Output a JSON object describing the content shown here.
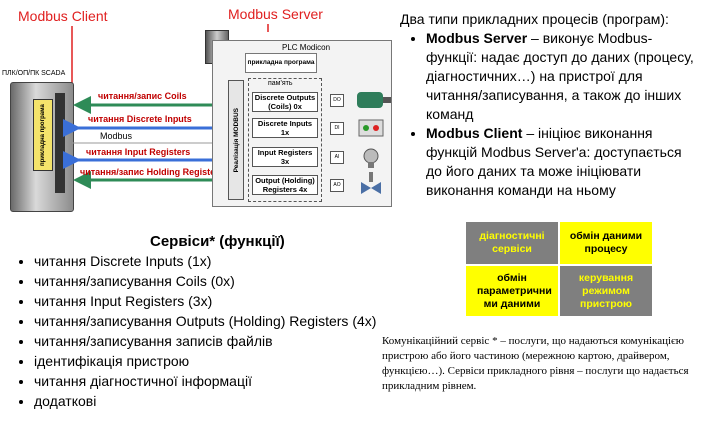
{
  "diagram": {
    "client_label": "Modbus Client",
    "server_label": "Modbus Server",
    "device_label": "ПЛК/ОП/ПК SCADA",
    "device_screen": "прикладна програма",
    "plc_label": "PLC Modicon",
    "app_label": "прикладна програма",
    "impl_label": "Реалізація MODBUS",
    "memory_label": "пам'ять",
    "arrows": [
      {
        "label": "читання/запис Coils"
      },
      {
        "label": "читання Discrete Inputs"
      },
      {
        "label": "Modbus"
      },
      {
        "label": "читання Input Registers"
      },
      {
        "label": "читання/запис Holding Registers"
      }
    ],
    "registers": [
      {
        "label": "Discrete Outputs (Coils) 0x",
        "io": "DO"
      },
      {
        "label": "Discrete Inputs 1x",
        "io": "DI"
      },
      {
        "label": "Input Registers 3x",
        "io": "AI"
      },
      {
        "label": "Output (Holding) Registers 4x",
        "io": "AO"
      }
    ]
  },
  "right": {
    "heading": "Два типи прикладних процесів (програм):",
    "bullets": [
      {
        "term": "Modbus Server",
        "text": " – виконує Modbus-функції: надає доступ до даних (процесу, діагностичних…) на пристрої для читання/записування, а також до інших команд"
      },
      {
        "term": "Modbus Client",
        "text": " – ініціює виконання функцій Modbus Server'а: доступається до його даних та може ініціювати виконання команди на ньому"
      }
    ]
  },
  "services": {
    "title": "Сервіси* (функції)",
    "items": [
      "читання Discrete Inputs (1x)",
      "читання/записування Coils (0x)",
      "читання Input Registers (3x)",
      "читання/записування Outputs (Holding) Registers (4x)",
      "читання/записування записів файлів",
      "ідентифікація пристрою",
      "читання діагностичної інформації",
      "додаткові"
    ]
  },
  "grid": {
    "cells": [
      {
        "text": "діагностичні сервіси",
        "bg": "#7f7f7f",
        "fg": "#ffff00"
      },
      {
        "text": "обмін даними процесу",
        "bg": "#ffff00",
        "fg": "#000000"
      },
      {
        "text": "обмін параметрични ми даними",
        "bg": "#ffff00",
        "fg": "#000000"
      },
      {
        "text": "керування режимом пристрою",
        "bg": "#7f7f7f",
        "fg": "#ffff00"
      }
    ]
  },
  "note": "Комунікаційний сервіс * – послуги, що надаються комунікацією пристрою або його частиною (мережною картою, драйвером, функцією…). Сервіси прикладного рівня – послуги що надається прикладним рівнем."
}
